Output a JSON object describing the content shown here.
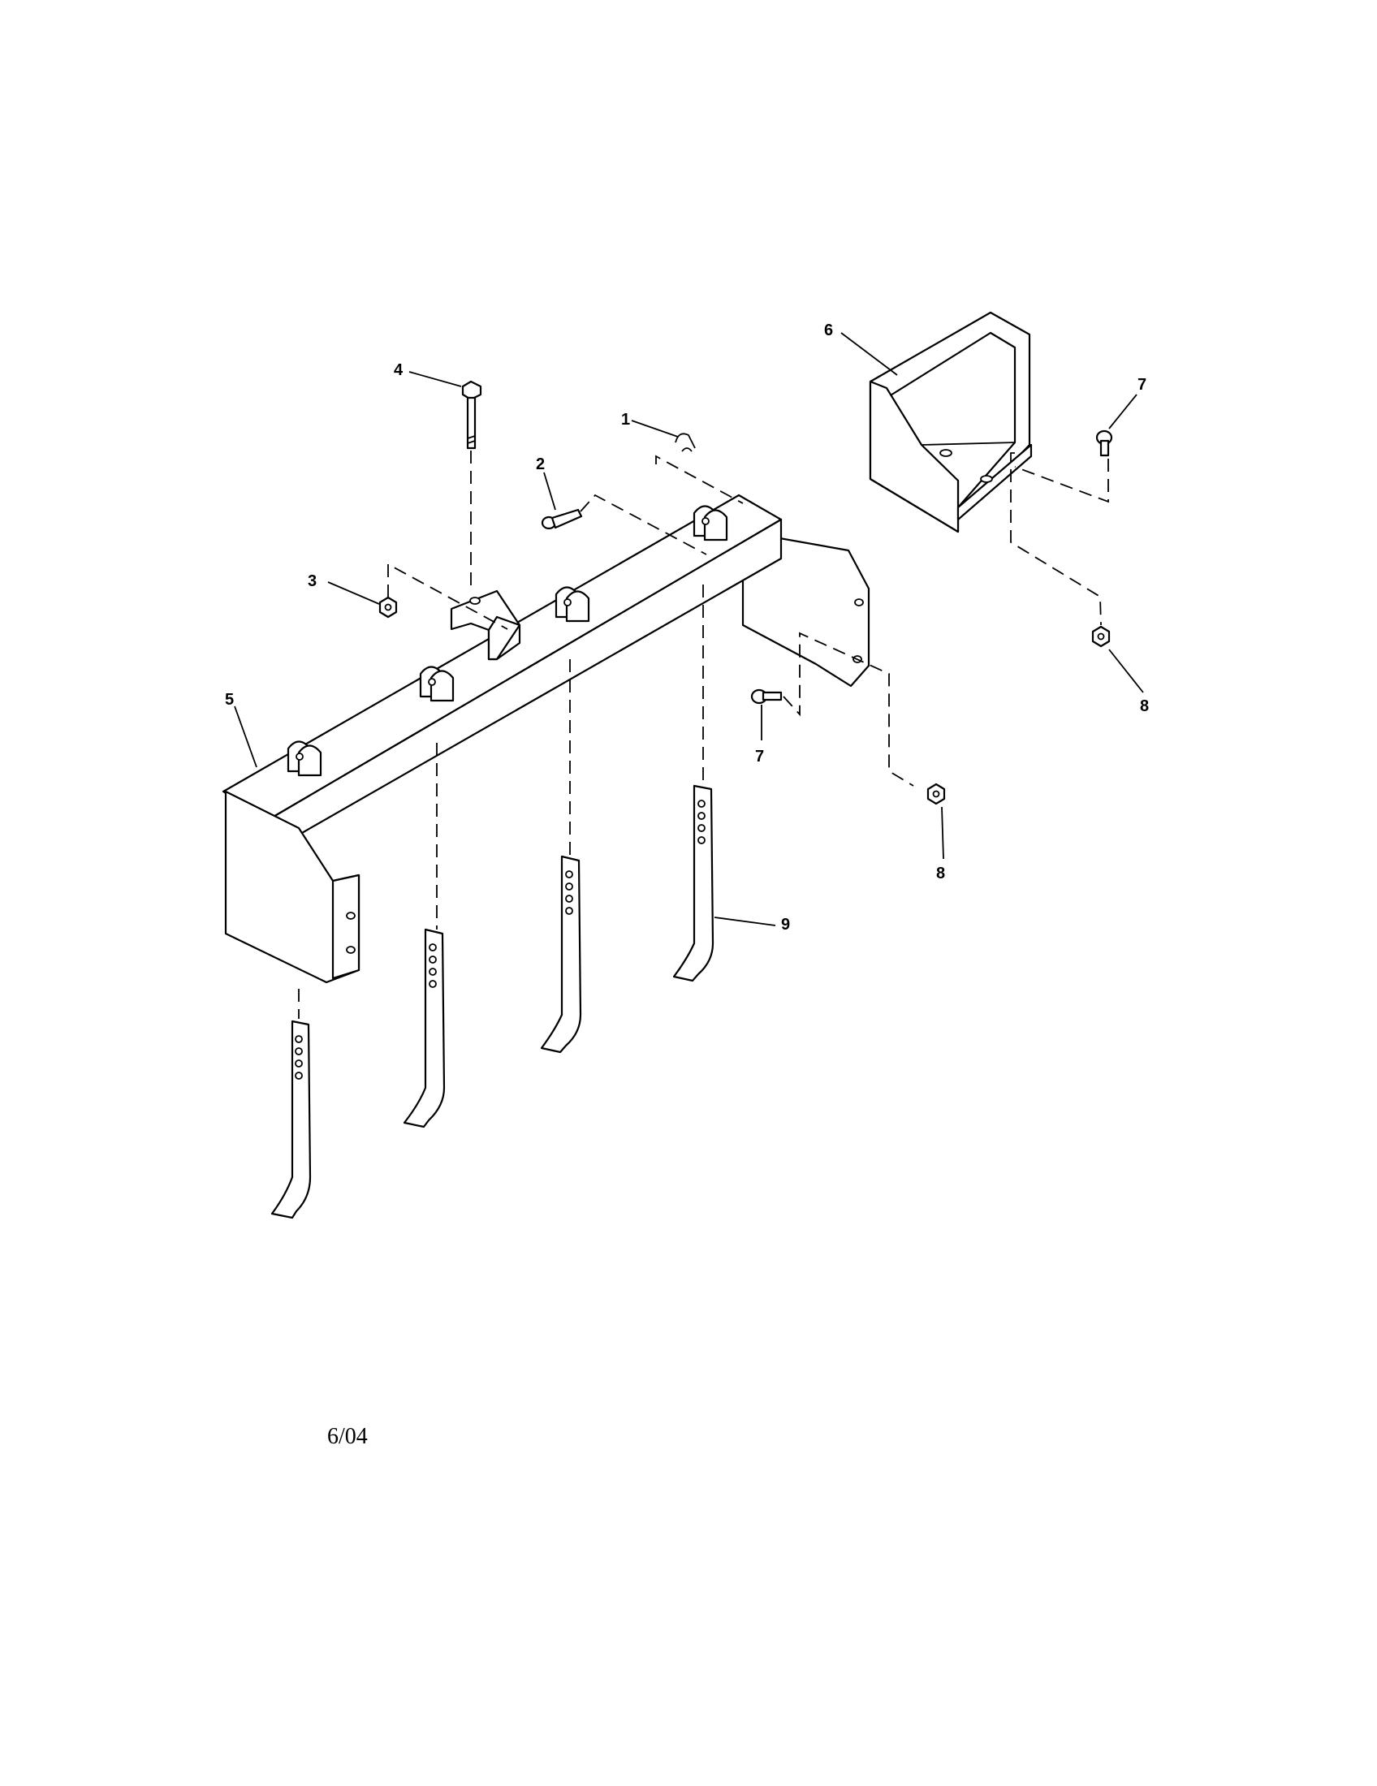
{
  "callouts": {
    "c1": "1",
    "c2": "2",
    "c3": "3",
    "c4": "4",
    "c5": "5",
    "c6": "6",
    "c7a": "7",
    "c7b": "7",
    "c8a": "8",
    "c8b": "8",
    "c9": "9"
  },
  "footer": {
    "date": "6/04"
  }
}
